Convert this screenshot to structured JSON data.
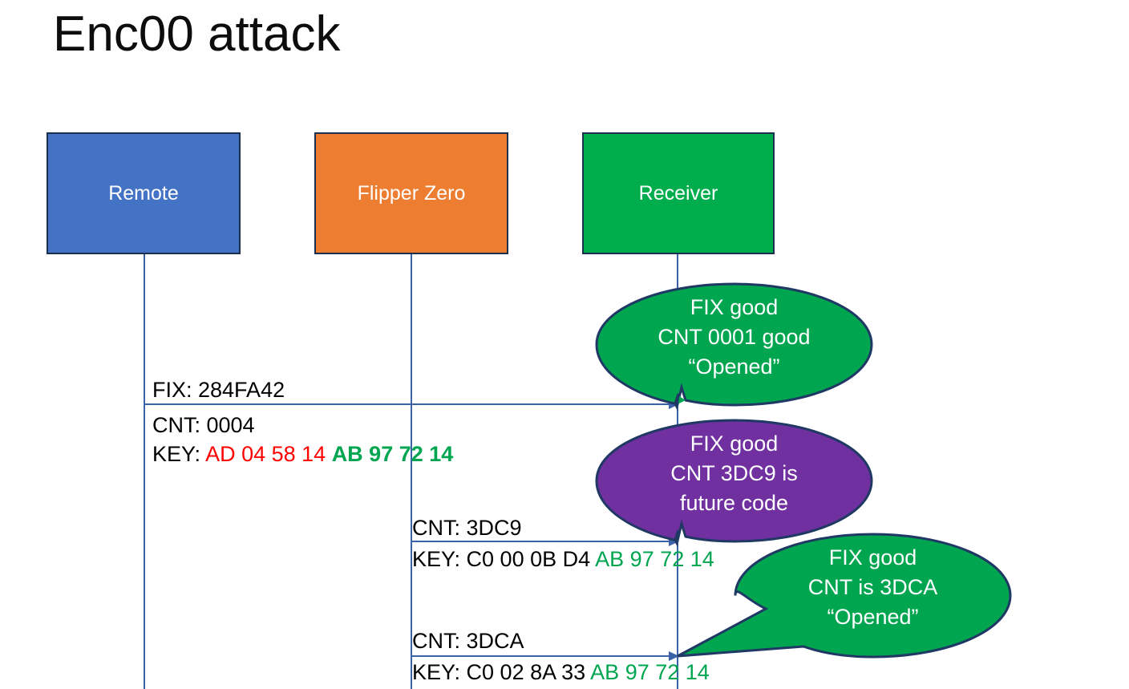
{
  "title": "Enc00 attack",
  "colors": {
    "remote": "#4472C4",
    "flipper": "#ED7D31",
    "receiver": "#00AD4D",
    "bubble_good": "#00A550",
    "bubble_future": "#7030A0",
    "lifeline": "#3B62A8",
    "hex_red": "#FF0000",
    "hex_green": "#00A550",
    "outline": "#1F3864"
  },
  "actors": [
    {
      "id": "remote",
      "label": "Remote"
    },
    {
      "id": "flipper",
      "label": "Flipper Zero"
    },
    {
      "id": "receiver",
      "label": "Receiver"
    }
  ],
  "messages": [
    {
      "id": "msg-remote-to-receiver",
      "from": "remote",
      "to": "receiver",
      "fix_label": "FIX: 284FA42",
      "cnt_label": "CNT: 0004",
      "key_prefix": "KEY: ",
      "key_red": "AD 04 58 14",
      "key_green": "AB 97 72 14"
    },
    {
      "id": "msg-flipper-future",
      "from": "flipper",
      "to": "receiver",
      "cnt_label": "CNT: 3DC9",
      "key_prefix": "KEY: C0 00 0B D4 ",
      "key_green": "AB 97 72 14"
    },
    {
      "id": "msg-flipper-open",
      "from": "flipper",
      "to": "receiver",
      "cnt_label": "CNT: 3DCA",
      "key_prefix": "KEY: C0 02 8A 33 ",
      "key_green": "AB 97 72 14"
    }
  ],
  "bubbles": [
    {
      "id": "bubble-cnt-0001-good",
      "fill": "#00A550",
      "line1": "FIX good",
      "line2": "CNT 0001 good",
      "line3": "“Opened”"
    },
    {
      "id": "bubble-cnt-3dc9-future",
      "fill": "#7030A0",
      "line1": "FIX good",
      "line2": "CNT 3DC9 is",
      "line3": "future code"
    },
    {
      "id": "bubble-cnt-3dca-good",
      "fill": "#00A550",
      "line1": "FIX good",
      "line2": "CNT is 3DCA",
      "line3": "“Opened”"
    }
  ]
}
